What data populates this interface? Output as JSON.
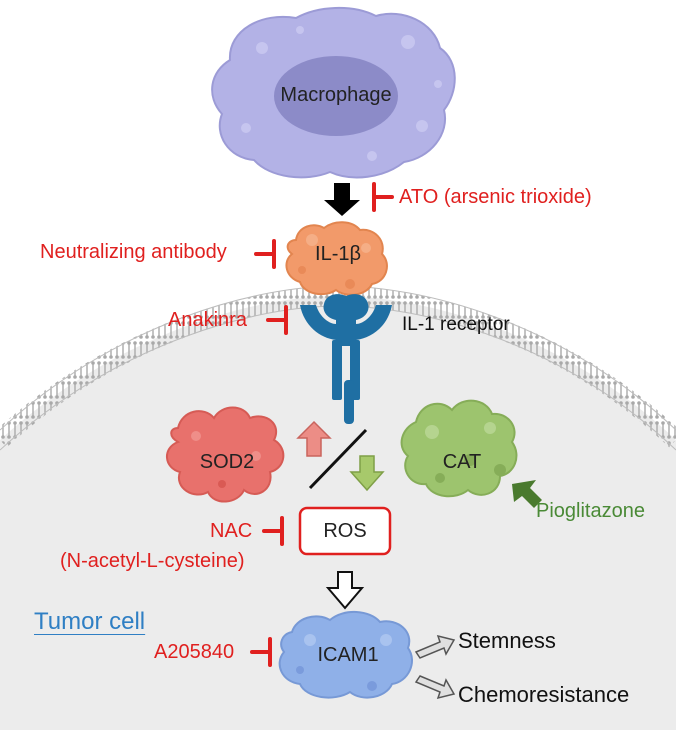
{
  "nodes": {
    "macrophage": "Macrophage",
    "il1b": "IL-1β",
    "il1_receptor": "IL-1 receptor",
    "sod2": "SOD2",
    "cat": "CAT",
    "ros": "ROS",
    "icam1": "ICAM1",
    "tumor_cell": "Tumor cell"
  },
  "inhibitors": {
    "ato": "ATO (arsenic trioxide)",
    "neutralizing_antibody": "Neutralizing antibody",
    "anakinra": "Anakinra",
    "nac": "NAC",
    "nac_full": "(N-acetyl-L-cysteine)",
    "a205840": "A205840"
  },
  "activators": {
    "pioglitazone": "Pioglitazone"
  },
  "outcomes": {
    "stemness": "Stemness",
    "chemoresistance": "Chemoresistance"
  },
  "colors": {
    "inhibitor": "#e0201f",
    "activator": "#4a8a36",
    "tumor_cell_label": "#2f7fc4",
    "macrophage": "#b3b2e6",
    "il1b": "#f29a6a",
    "receptor": "#1f6fa3",
    "sod2": "#e8716c",
    "cat": "#9dc46e",
    "icam1": "#8fb0e8",
    "cell": "#ececec"
  }
}
